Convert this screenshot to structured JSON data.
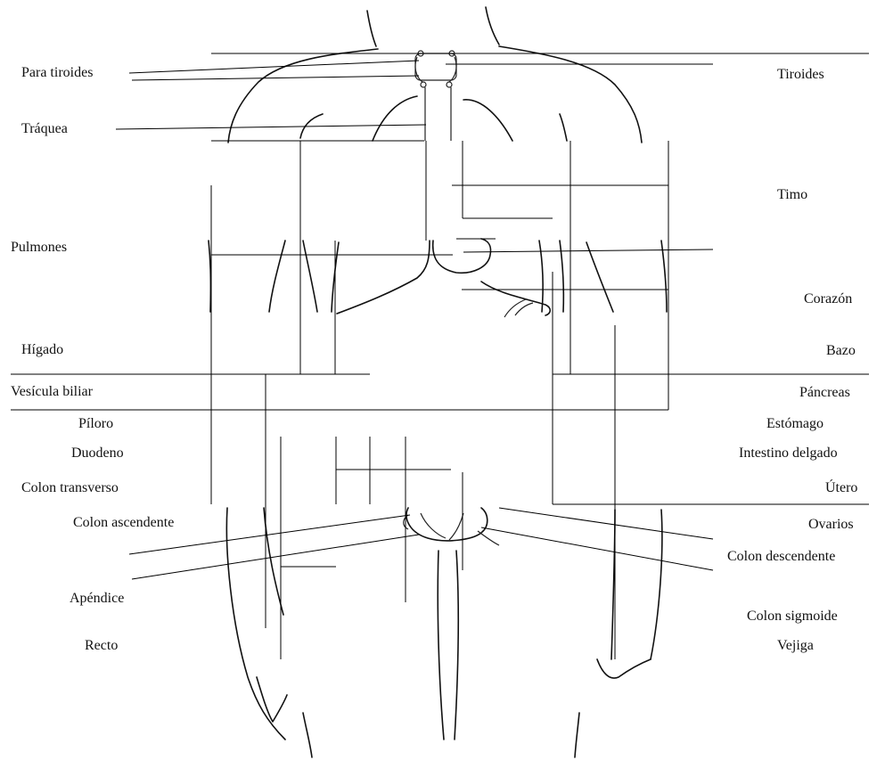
{
  "labels": {
    "para_tiroides": "Para tiroides",
    "traquea": "Tráquea",
    "pulmones": "Pulmones",
    "higado": "Hígado",
    "vesicula_biliar": "Vesícula biliar",
    "piloro": "Píloro",
    "duodeno": "Duodeno",
    "colon_transverso": "Colon transverso",
    "colon_ascendente": "Colon ascendente",
    "apendice": "Apéndice",
    "recto": "Recto",
    "tiroides": "Tiroides",
    "timo": "Timo",
    "corazon": "Corazón",
    "bazo": "Bazo",
    "pancreas": "Páncreas",
    "estomago": "Estómago",
    "intestino_delgado": "Intestino delgado",
    "utero": "Útero",
    "ovarios": "Ovarios",
    "colon_descendente": "Colon descendente",
    "colon_sigmoide": "Colon sigmoide",
    "vejiga": "Vejiga"
  },
  "colors": {
    "ink": "#111111",
    "background": "#ffffff"
  }
}
